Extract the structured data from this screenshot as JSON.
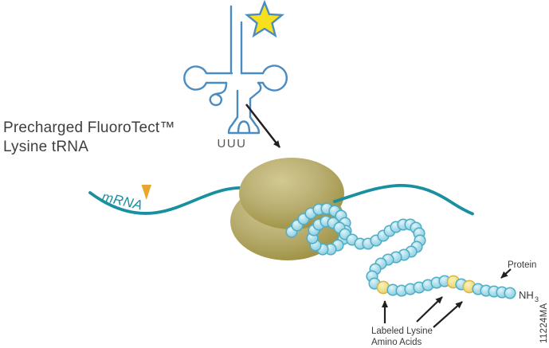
{
  "labels": {
    "title_line1": "Precharged FluoroTect™",
    "title_line2": "Lysine tRNA",
    "anticodon": "UUU",
    "mrna": "mRNA",
    "protein": "Protein",
    "amine": "NH",
    "amine_subscript": "3",
    "lysine_line1": "Labeled Lysine",
    "lysine_line2": "Amino Acids",
    "figure_id": "11224MA"
  },
  "colors": {
    "text": "#3e3e40",
    "trna_outline": "#4a8cc2",
    "star_fill": "#f8e11c",
    "mrna": "#18909f",
    "codon_marker": "#eaa62c",
    "arrow": "#231f20",
    "ribosome_edge": "#978a3e",
    "ribosome_light": "#d2c992",
    "bead_stroke": "#4fadc6",
    "bead_fill": "#aadded",
    "lysine_stroke": "#d6b544",
    "lysine_fill": "#f3e494"
  },
  "protein_chain": {
    "labeled_lysine_count": 3,
    "bead_radius": 6.8,
    "labeled_radius": 7.6,
    "beads": [
      [
        366,
        291,
        0
      ],
      [
        373,
        283,
        0
      ],
      [
        381,
        275,
        0
      ],
      [
        390,
        268,
        0
      ],
      [
        400,
        263,
        0
      ],
      [
        410,
        262,
        0
      ],
      [
        420,
        265,
        0
      ],
      [
        428,
        271,
        0
      ],
      [
        433,
        280,
        0
      ],
      [
        434,
        290,
        0
      ],
      [
        431,
        300,
        0
      ],
      [
        424,
        308,
        0
      ],
      [
        415,
        313,
        0
      ],
      [
        405,
        313,
        0
      ],
      [
        396,
        308,
        0
      ],
      [
        392,
        299,
        0
      ],
      [
        394,
        289,
        0
      ],
      [
        400,
        282,
        0
      ],
      [
        409,
        278,
        0
      ],
      [
        418,
        280,
        0
      ],
      [
        426,
        286,
        0
      ],
      [
        433,
        294,
        0
      ],
      [
        442,
        301,
        0
      ],
      [
        452,
        306,
        0
      ],
      [
        462,
        306,
        0
      ],
      [
        472,
        302,
        0
      ],
      [
        481,
        296,
        0
      ],
      [
        489,
        290,
        0
      ],
      [
        497,
        285,
        0
      ],
      [
        506,
        282,
        0
      ],
      [
        515,
        282,
        0
      ],
      [
        522,
        286,
        0
      ],
      [
        526,
        293,
        0
      ],
      [
        527,
        302,
        0
      ],
      [
        523,
        310,
        0
      ],
      [
        516,
        316,
        0
      ],
      [
        507,
        320,
        0
      ],
      [
        497,
        323,
        0
      ],
      [
        487,
        326,
        0
      ],
      [
        478,
        331,
        0
      ],
      [
        471,
        338,
        0
      ],
      [
        467,
        347,
        0
      ],
      [
        470,
        356,
        0
      ],
      [
        481,
        361,
        1
      ],
      [
        493,
        364,
        0
      ],
      [
        504,
        365,
        0
      ],
      [
        515,
        363,
        0
      ],
      [
        526,
        361,
        0
      ],
      [
        537,
        358,
        0
      ],
      [
        548,
        355,
        0
      ],
      [
        558,
        353,
        0
      ],
      [
        569,
        354,
        1
      ],
      [
        579,
        357,
        0
      ],
      [
        589,
        360,
        1
      ],
      [
        600,
        363,
        0
      ],
      [
        610,
        365,
        0
      ],
      [
        620,
        366,
        0
      ],
      [
        630,
        367,
        0
      ],
      [
        640,
        368,
        0
      ]
    ]
  }
}
